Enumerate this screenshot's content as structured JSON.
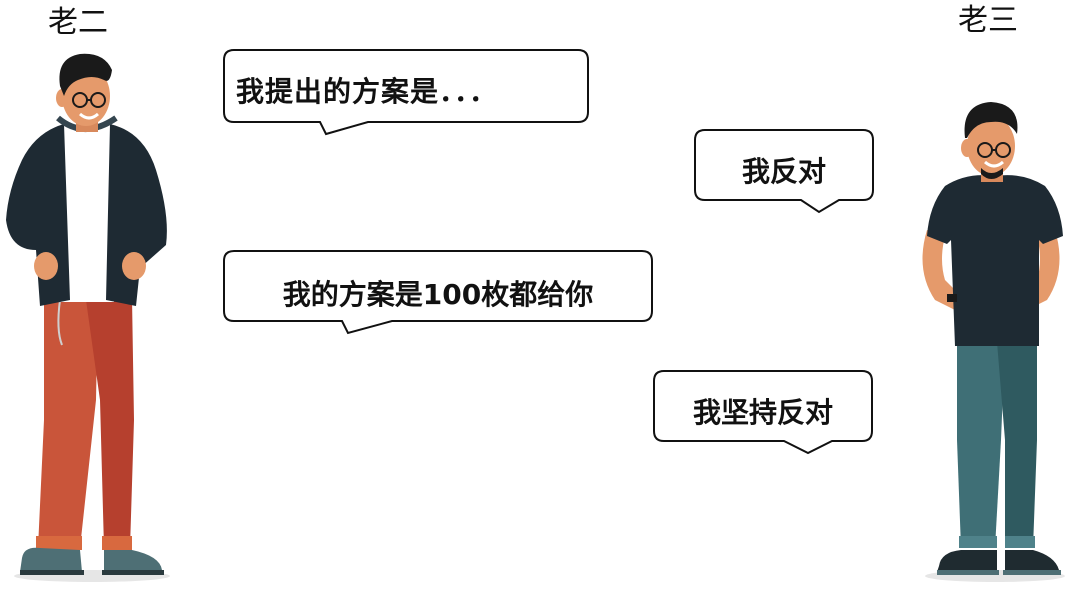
{
  "characters": {
    "left": {
      "name": "老二"
    },
    "right": {
      "name": "老三"
    }
  },
  "dialogue": [
    {
      "speaker": "left",
      "text": "我提出的方案是．．．"
    },
    {
      "speaker": "right",
      "text": "我反对"
    },
    {
      "speaker": "left",
      "text": "我的方案是100枚都给你"
    },
    {
      "speaker": "right",
      "text": "我坚持反对"
    }
  ],
  "colors": {
    "jacket": "#1e2a33",
    "shirt": "#ffffff",
    "pants_left": "#c9553a",
    "pants_right": "#3f6f76",
    "skin": "#e59a6b",
    "hair": "#1a1a1a",
    "tshirt_right": "#1e2a33",
    "shoes": "#4e6f75",
    "outline": "#111111"
  }
}
